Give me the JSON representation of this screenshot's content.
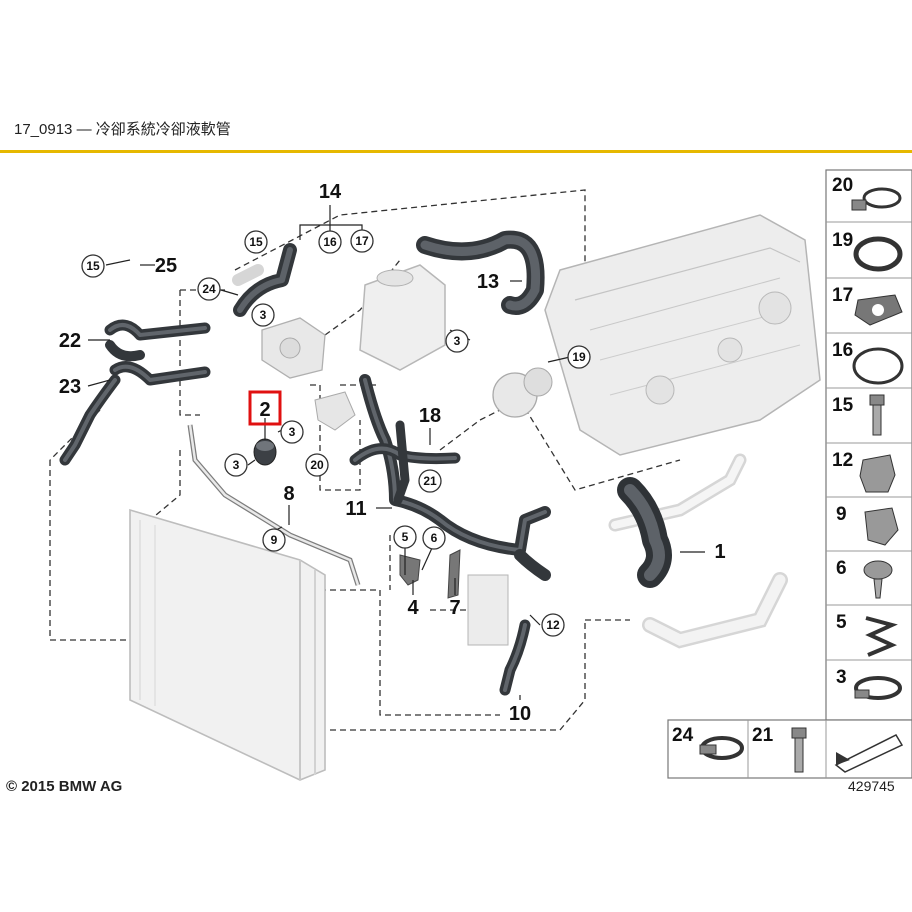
{
  "header": {
    "title": "17_0913 — 冷卻系統冷卻液軟管"
  },
  "footer": {
    "copyright": "© 2015 BMW AG",
    "drawing_number": "429745"
  },
  "highlight_color": "#e01010",
  "accent_color": "#e6b800",
  "callouts": {
    "c1": "1",
    "c2": "2",
    "c3a": "3",
    "c3b": "3",
    "c3c": "3",
    "c3d": "3",
    "c4": "4",
    "c5": "5",
    "c6": "6",
    "c7": "7",
    "c8": "8",
    "c9": "9",
    "c10": "10",
    "c11": "11",
    "c12": "12",
    "c13": "13",
    "c14": "14",
    "c15a": "15",
    "c15b": "15",
    "c16": "16",
    "c17": "17",
    "c18": "18",
    "c19": "19",
    "c20": "20",
    "c21": "21",
    "c22": "22",
    "c23": "23",
    "c24": "24",
    "c25": "25"
  },
  "side_parts": {
    "p20": "20",
    "p19": "19",
    "p17": "17",
    "p16": "16",
    "p15": "15",
    "p12": "12",
    "p9": "9",
    "p6": "6",
    "p5": "5",
    "p3": "3",
    "p24": "24",
    "p21": "21"
  }
}
